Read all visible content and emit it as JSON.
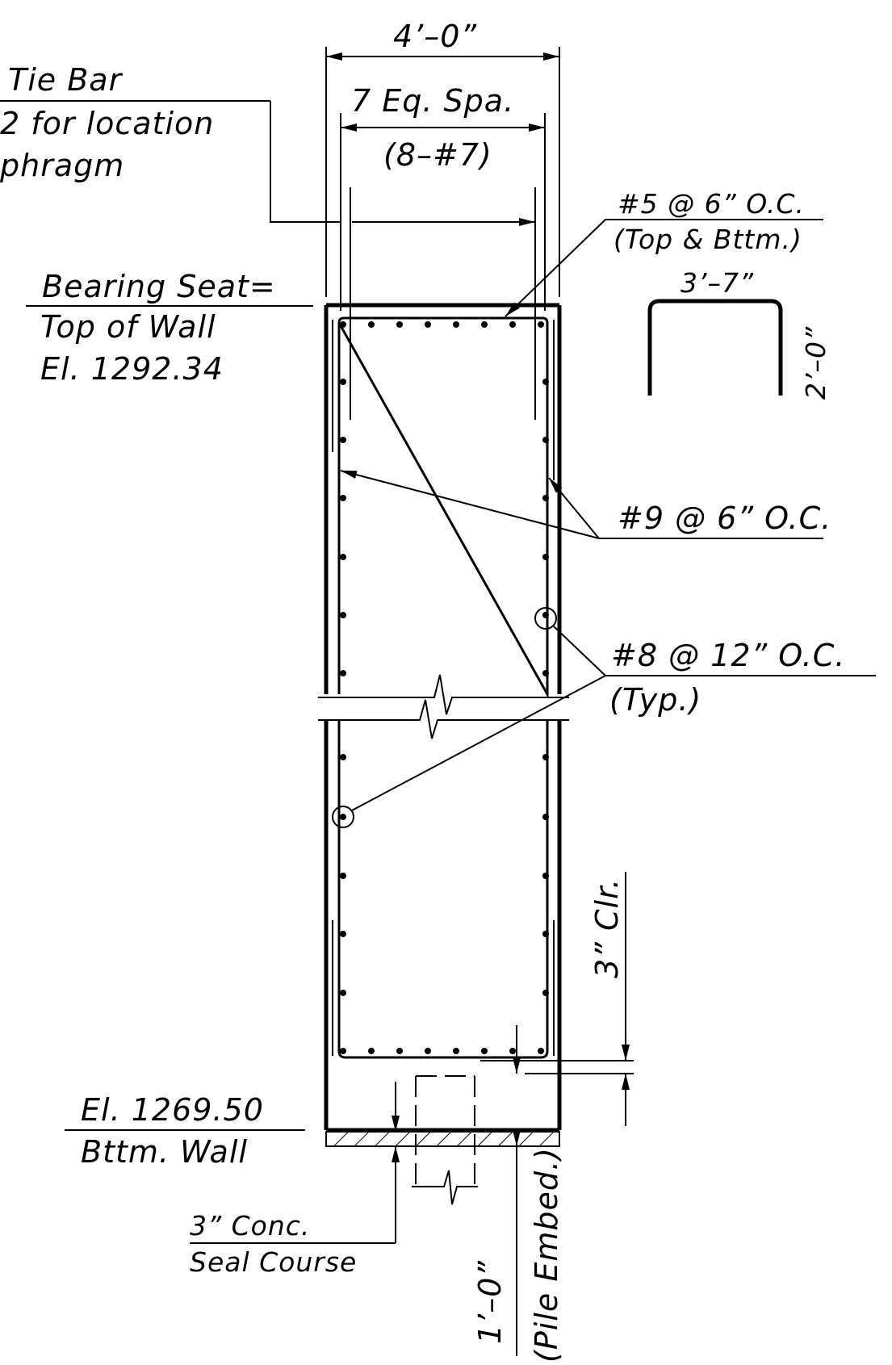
{
  "labels": {
    "top_width": "4’–0”",
    "equal_spacing": "7 Eq. Spa.",
    "bar_count": "(8–#7)",
    "tie_bar_1": "Tie Bar",
    "tie_bar_2": "2 for location",
    "tie_bar_3": "phragm",
    "bearing_1": "Bearing Seat=",
    "bearing_2": "Top of Wall",
    "bearing_3": "El. 1292.34",
    "stirrup_1": "#5 @ 6” O.C.",
    "stirrup_2": "(Top & Bttm.)",
    "stirrup_width": "3’–7”",
    "stirrup_height": "2’–0”",
    "vert_bars": "#9 @ 6” O.C.",
    "horiz_bars_1": "#8 @ 12” O.C.",
    "horiz_bars_2": "(Typ.)",
    "clear_cover": "3” Clr.",
    "bottom_1": "El. 1269.50",
    "bottom_2": "Bttm. Wall",
    "seal_1": "3” Conc.",
    "seal_2": "Seal Course",
    "pile_1": "1’–0”",
    "pile_2": "(Pile Embed.)"
  }
}
